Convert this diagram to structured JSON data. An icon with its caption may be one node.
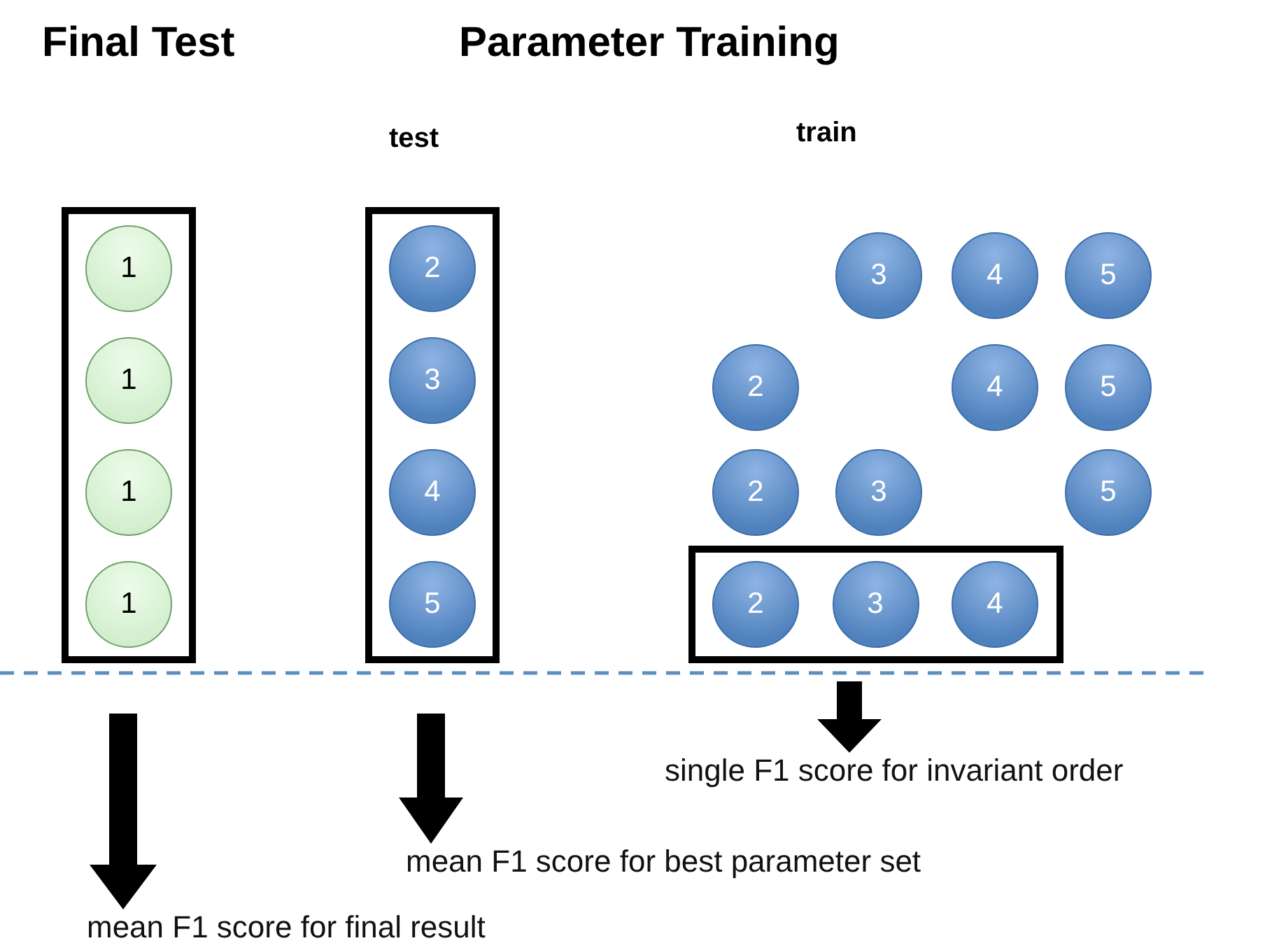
{
  "diagram": {
    "nodes": [
      {
        "text": [],
        "shape": "box"
      },
      {
        "text": [
          "1"
        ],
        "in": 0
      },
      {
        "text": [
          "1"
        ],
        "in": 0
      },
      {
        "text": [
          "1"
        ],
        "in": 0
      },
      {
        "text": [
          "1"
        ],
        "in": 0
      },
      {
        "text": [],
        "shape": "box"
      },
      {
        "text": [
          "2"
        ],
        "in": 5
      },
      {
        "text": [
          "3"
        ],
        "in": 5
      },
      {
        "text": [
          "4"
        ],
        "in": 5
      },
      {
        "text": [
          "5"
        ],
        "in": 5
      },
      {
        "text": [
          "3"
        ]
      },
      {
        "text": [
          "4"
        ]
      },
      {
        "text": [
          "5"
        ]
      },
      {
        "text": [
          "2"
        ]
      },
      {
        "text": [
          "4"
        ]
      },
      {
        "text": [
          "5"
        ]
      },
      {
        "text": [
          "2"
        ]
      },
      {
        "text": [
          "3"
        ]
      },
      {
        "text": [
          "5"
        ]
      },
      {
        "text": [],
        "shape": "box"
      },
      {
        "text": [
          "2"
        ],
        "in": 19
      },
      {
        "text": [
          "3"
        ],
        "in": 19
      },
      {
        "text": [
          "4"
        ],
        "in": 19
      },
      {
        "text": [
          "single F1 score for invariant order"
        ]
      },
      {
        "text": [
          "mean F1 score for best parameter set"
        ]
      },
      {
        "text": [
          "mean F1 score for final result"
        ]
      }
    ],
    "edges": [
      {
        "from": null,
        "to": 23,
        "arrow": "to",
        "style": "thick"
      },
      {
        "from": null,
        "to": 24,
        "arrow": "to",
        "style": "thick"
      },
      {
        "from": null,
        "to": 25,
        "arrow": "to",
        "style": "thick"
      }
    ],
    "labels": [
      "Final Test",
      "Parameter Training",
      "train",
      "test"
    ]
  }
}
